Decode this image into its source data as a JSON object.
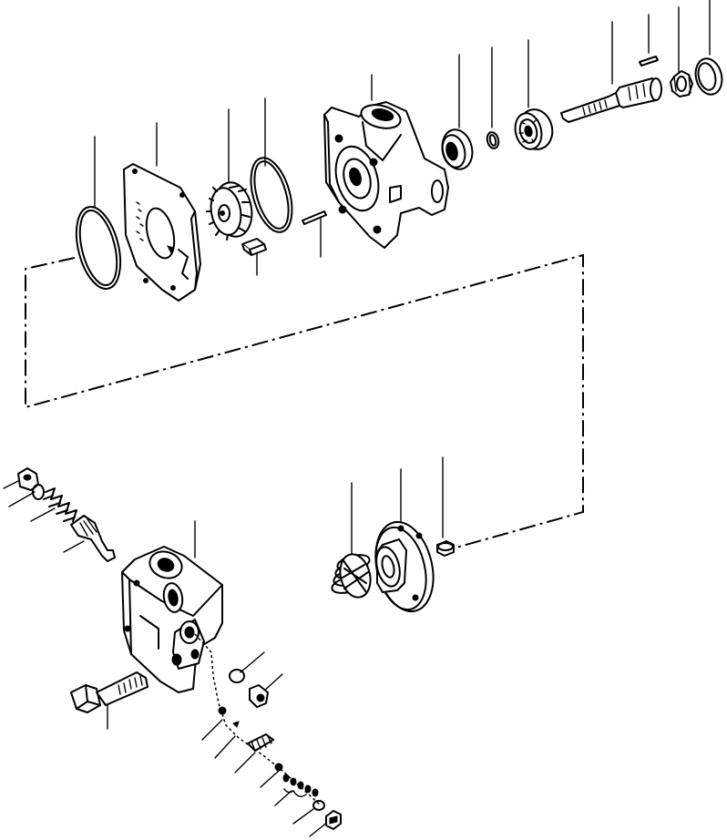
{
  "diagram": {
    "kind": "exploded-parts-view",
    "ink_color": "#000000",
    "paper_color": "#ffffff",
    "parts": [
      {
        "name": "o-ring-large-left",
        "icon": "o-ring-icon"
      },
      {
        "name": "front-cover-plate",
        "icon": "plate-icon"
      },
      {
        "name": "gear-rotor",
        "icon": "gear-icon"
      },
      {
        "name": "key",
        "icon": "key-icon"
      },
      {
        "name": "o-ring-large-right",
        "icon": "o-ring-icon"
      },
      {
        "name": "dowel-pin",
        "icon": "pin-icon"
      },
      {
        "name": "pump-body",
        "icon": "housing-icon"
      },
      {
        "name": "oil-seal",
        "icon": "seal-icon"
      },
      {
        "name": "snap-ring",
        "icon": "ring-icon"
      },
      {
        "name": "ball-bearing",
        "icon": "bearing-icon"
      },
      {
        "name": "drive-shaft",
        "icon": "shaft-icon"
      },
      {
        "name": "woodruff-key",
        "icon": "key-icon"
      },
      {
        "name": "nut",
        "icon": "nut-icon"
      },
      {
        "name": "retaining-ring",
        "icon": "ring-icon"
      },
      {
        "name": "spring-large",
        "icon": "spring-icon"
      },
      {
        "name": "end-cover",
        "icon": "cover-icon"
      },
      {
        "name": "bushing",
        "icon": "bushing-icon"
      },
      {
        "name": "relief-valve-cap",
        "icon": "cap-icon"
      },
      {
        "name": "valve-spring",
        "icon": "spring-icon"
      },
      {
        "name": "valve-poppet",
        "icon": "poppet-icon"
      },
      {
        "name": "valve-body",
        "icon": "housing-icon"
      },
      {
        "name": "mounting-bolt",
        "icon": "bolt-icon"
      },
      {
        "name": "small-o-ring",
        "icon": "o-ring-icon"
      },
      {
        "name": "plug",
        "icon": "plug-icon"
      },
      {
        "name": "check-ball",
        "icon": "ball-icon"
      },
      {
        "name": "check-spring",
        "icon": "spring-icon"
      },
      {
        "name": "shim-set",
        "icon": "shim-icon"
      },
      {
        "name": "end-plug",
        "icon": "plug-icon"
      }
    ]
  }
}
